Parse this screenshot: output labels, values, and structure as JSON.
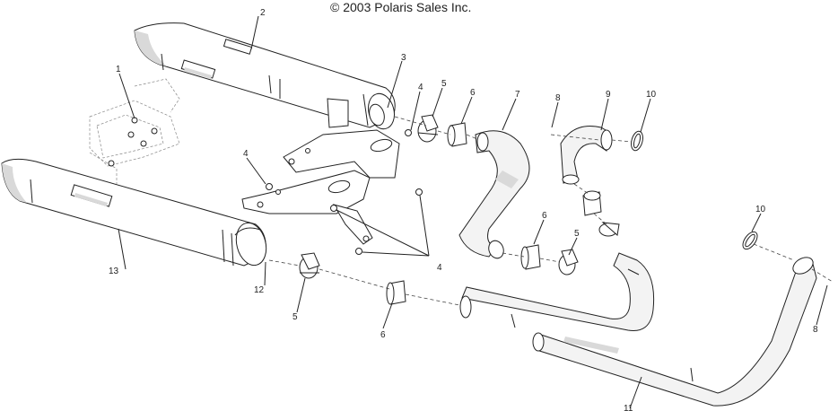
{
  "copyright": "© 2003 Polaris Sales Inc.",
  "callouts": {
    "c1": "1",
    "c2": "2",
    "c3": "3",
    "c4a": "4",
    "c4b": "4",
    "c4c": "4",
    "c5a": "5",
    "c5b": "5",
    "c5c": "5",
    "c6a": "6",
    "c6b": "6",
    "c6c": "6",
    "c7": "7",
    "c8a": "8",
    "c8b": "8",
    "c9": "9",
    "c10a": "10",
    "c10b": "10",
    "c11": "11",
    "c12": "12",
    "c13": "13"
  }
}
